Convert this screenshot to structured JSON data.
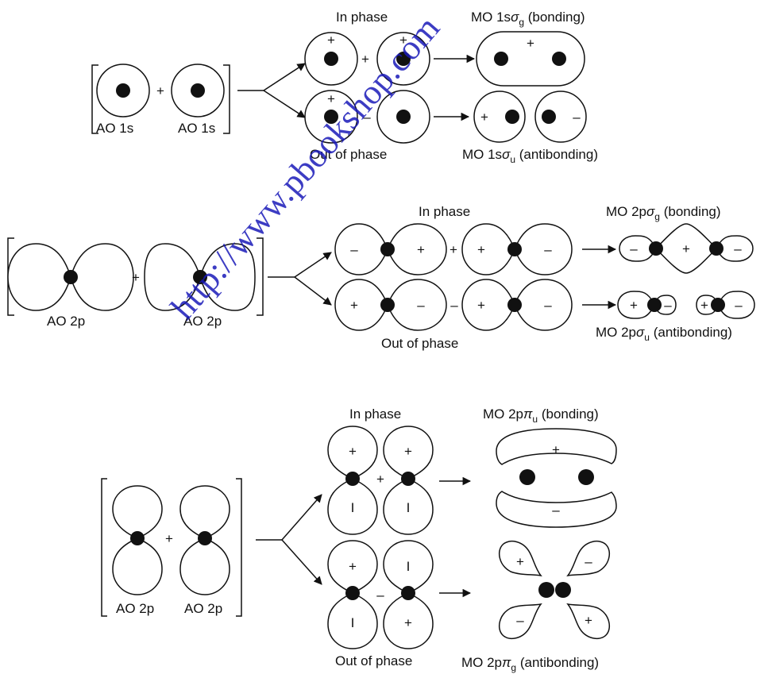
{
  "watermark": "http://www.pbookshop.com",
  "sections": [
    {
      "ao_labels": [
        "AO 1s",
        "AO 1s"
      ],
      "in_phase": "In phase",
      "out_phase": "Out of phase",
      "mo_bonding": {
        "prefix": "MO 1s",
        "greek": "σ",
        "sub": "g",
        "suffix": " (bonding)"
      },
      "mo_antibonding": {
        "prefix": "MO 1s",
        "greek": "σ",
        "sub": "u",
        "suffix": " (antibonding)"
      }
    },
    {
      "ao_labels": [
        "AO 2p",
        "AO 2p"
      ],
      "in_phase": "In phase",
      "out_phase": "Out of phase",
      "mo_bonding": {
        "prefix": "MO 2p",
        "greek": "σ",
        "sub": "g",
        "suffix": " (bonding)"
      },
      "mo_antibonding": {
        "prefix": "MO 2p",
        "greek": "σ",
        "sub": "u",
        "suffix": " (antibonding)"
      }
    },
    {
      "ao_labels": [
        "AO 2p",
        "AO 2p"
      ],
      "in_phase": "In phase",
      "out_phase": "Out of phase",
      "mo_bonding": {
        "prefix": "MO 2p",
        "greek": "π",
        "sub": "u",
        "suffix": " (bonding)"
      },
      "mo_antibonding": {
        "prefix": "MO 2p",
        "greek": "π",
        "sub": "g",
        "suffix": " (antibonding)"
      }
    }
  ],
  "signs": {
    "plus": "+",
    "minus": "–",
    "bar": "I"
  }
}
